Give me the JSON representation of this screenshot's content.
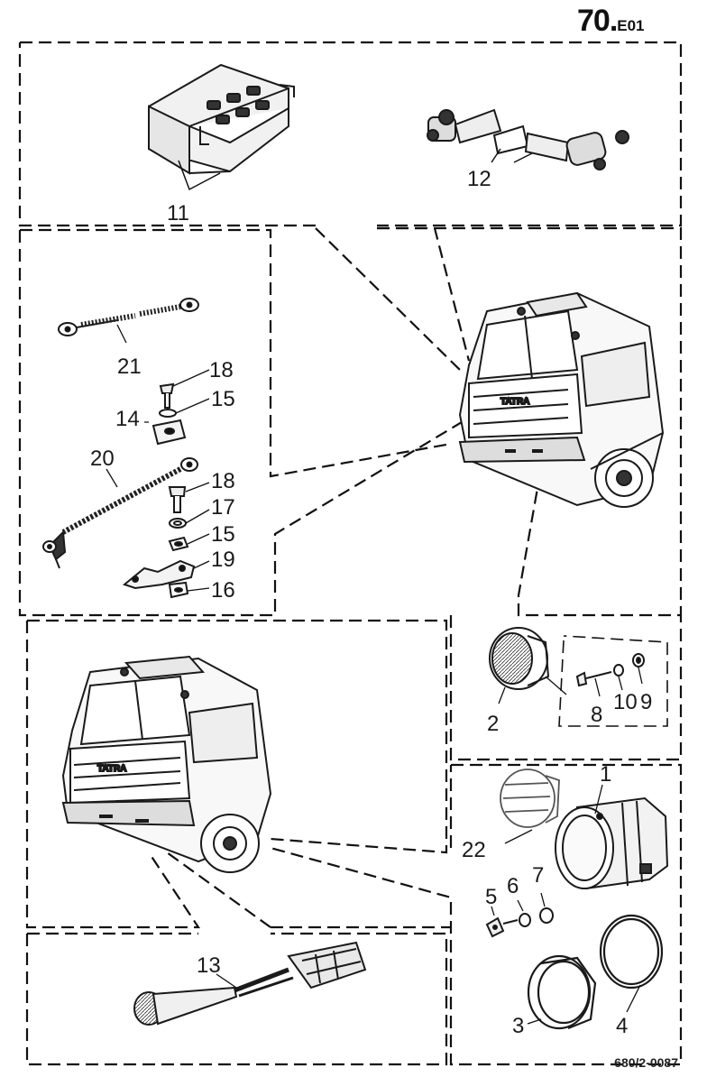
{
  "header": {
    "code_main": "70.",
    "code_suffix": "E01"
  },
  "footer": {
    "drawing_number": "680/2-0087"
  },
  "callouts": {
    "c1": "1",
    "c2": "2",
    "c3": "3",
    "c4": "4",
    "c5": "5",
    "c6": "6",
    "c7": "7",
    "c8": "8",
    "c9": "9",
    "c10": "10",
    "c11": "11",
    "c12": "12",
    "c13": "13",
    "c14": "14",
    "c15a": "15",
    "c15b": "15",
    "c16": "16",
    "c17": "17",
    "c18a": "18",
    "c18b": "18",
    "c19": "19",
    "c20": "20",
    "c21": "21",
    "c22": "22"
  },
  "truck_badge": "TATRA"
}
